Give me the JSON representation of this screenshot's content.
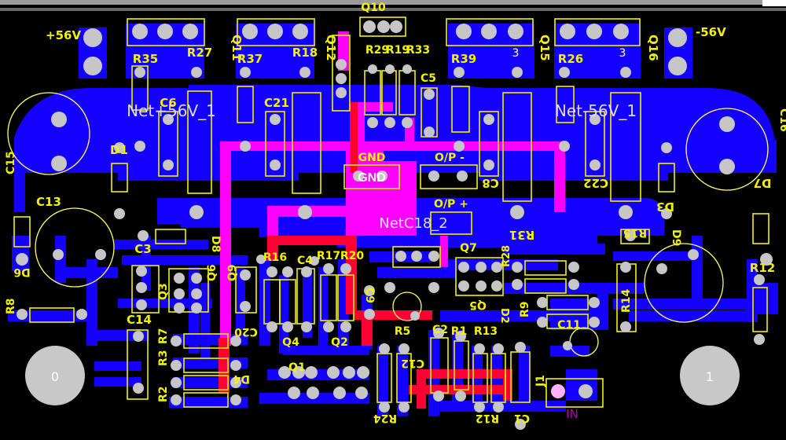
{
  "power_labels": {
    "pos": "+56V",
    "neg": "-56V"
  },
  "nets": {
    "pos_rail": "Net+56V_1",
    "neg_rail": "Net-56V_1",
    "output": "NetC18_2",
    "gnd": "GND",
    "op_neg": "O/P -",
    "op_pos": "O/P +"
  },
  "components": {
    "Q11": "Q11",
    "Q12": "Q12",
    "Q10": "Q10",
    "Q15": "Q15",
    "Q16": "Q16",
    "R35": "R35",
    "R27": "R27",
    "R37": "R37",
    "R18": "R18",
    "R29": "R29",
    "R19": "R19",
    "R33": "R33",
    "R39": "R39",
    "R26": "R26",
    "C6": "C6",
    "C21": "C21",
    "C5": "C5",
    "C8": "C8",
    "C22": "C22",
    "C15": "C15",
    "C16": "C16",
    "C13": "C13",
    "C3": "C3",
    "C14": "C14",
    "C4": "C4",
    "C20": "C20",
    "C9": "C9",
    "C2": "C2",
    "C11": "C11",
    "C12": "C12",
    "C1": "C1",
    "D1": "D1",
    "D2": "D2",
    "D3": "D3",
    "D4": "D4",
    "D6": "D6",
    "D7": "D7",
    "D8": "D8",
    "D9": "D9",
    "R3": "R3",
    "R15": "R15",
    "R16": "R16",
    "R17": "R17",
    "R20": "R20",
    "R1": "R1",
    "R5": "R5",
    "R2": "R2",
    "R7": "R7",
    "R8": "R8",
    "R9": "R9",
    "R12": "R12",
    "R13": "R13",
    "R24": "R24",
    "R28": "R28",
    "R31": "R31",
    "R14": "R14",
    "Q1": "Q1",
    "Q2": "Q2",
    "Q3": "Q3",
    "Q4": "Q4",
    "Q5": "Q5",
    "Q6": "Q6",
    "Q7": "Q7",
    "Q9": "Q9",
    "J1": "J1",
    "IN": "IN"
  },
  "mounting_holes": {
    "left": "0",
    "right": "1"
  },
  "pin_label": "3",
  "colors": {
    "board": "#000000",
    "bottom_copper": "#1400ff",
    "top_copper": "#ff00ff",
    "red_copper": "#ff0033",
    "silkscreen": "#f2f200",
    "pad": "#c6c6c6",
    "keepout": "#8c8c8c"
  }
}
